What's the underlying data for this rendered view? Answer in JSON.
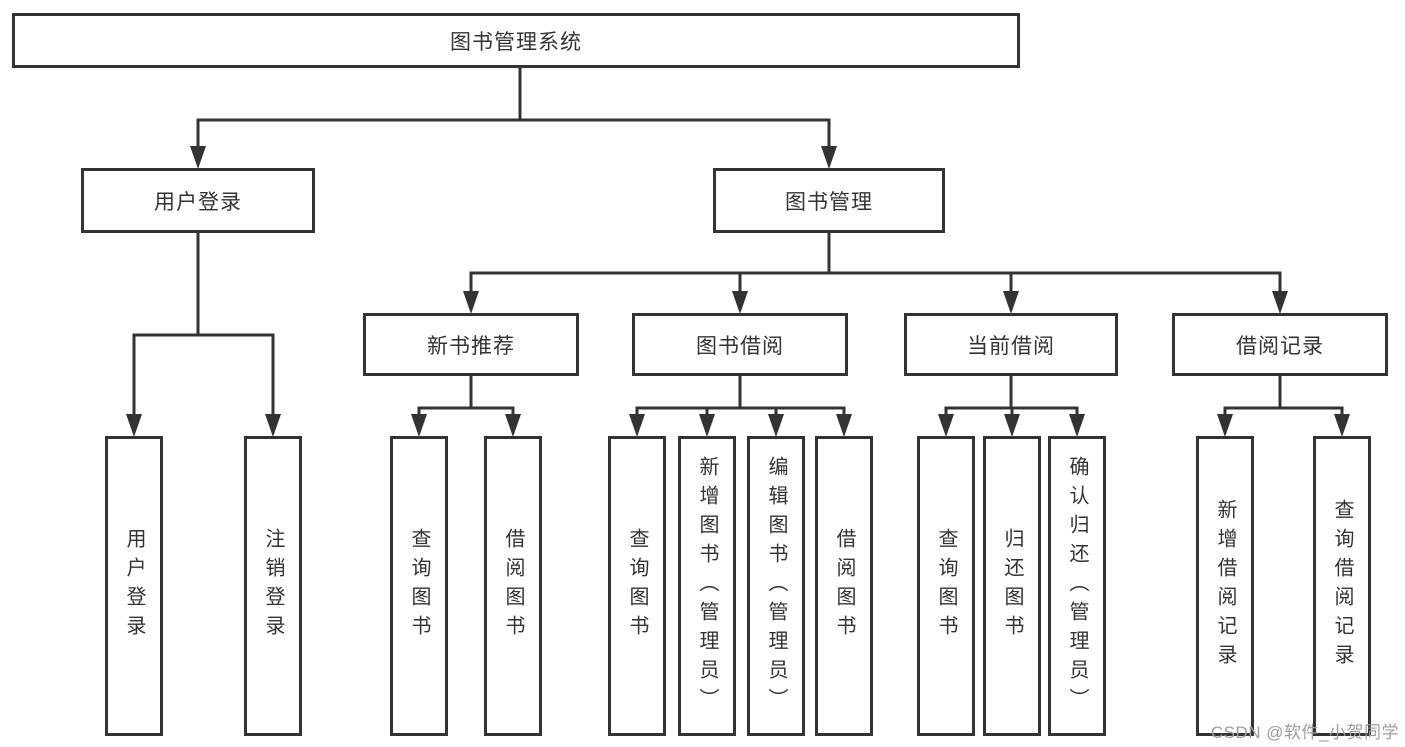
{
  "diagram": {
    "root": {
      "label": "图书管理系统"
    },
    "branches": [
      {
        "label": "用户登录",
        "children": [
          {
            "label": "用户登录"
          },
          {
            "label": "注销登录"
          }
        ]
      },
      {
        "label": "图书管理",
        "children": [
          {
            "label": "新书推荐",
            "children": [
              {
                "label": "查询图书"
              },
              {
                "label": "借阅图书"
              }
            ]
          },
          {
            "label": "图书借阅",
            "children": [
              {
                "label": "查询图书"
              },
              {
                "label": "新增图书（管理员）"
              },
              {
                "label": "编辑图书（管理员）"
              },
              {
                "label": "借阅图书"
              }
            ]
          },
          {
            "label": "当前借阅",
            "children": [
              {
                "label": "查询图书"
              },
              {
                "label": "归还图书"
              },
              {
                "label": "确认归还（管理员）"
              }
            ]
          },
          {
            "label": "借阅记录",
            "children": [
              {
                "label": "新增借阅记录"
              },
              {
                "label": "查询借阅记录"
              }
            ]
          }
        ]
      }
    ]
  },
  "watermark": {
    "text": "CSDN @软件_小贺同学"
  },
  "colors": {
    "line": "#333333",
    "text": "#333333",
    "watermark": "#9d9d9d",
    "bg": "#ffffff"
  }
}
